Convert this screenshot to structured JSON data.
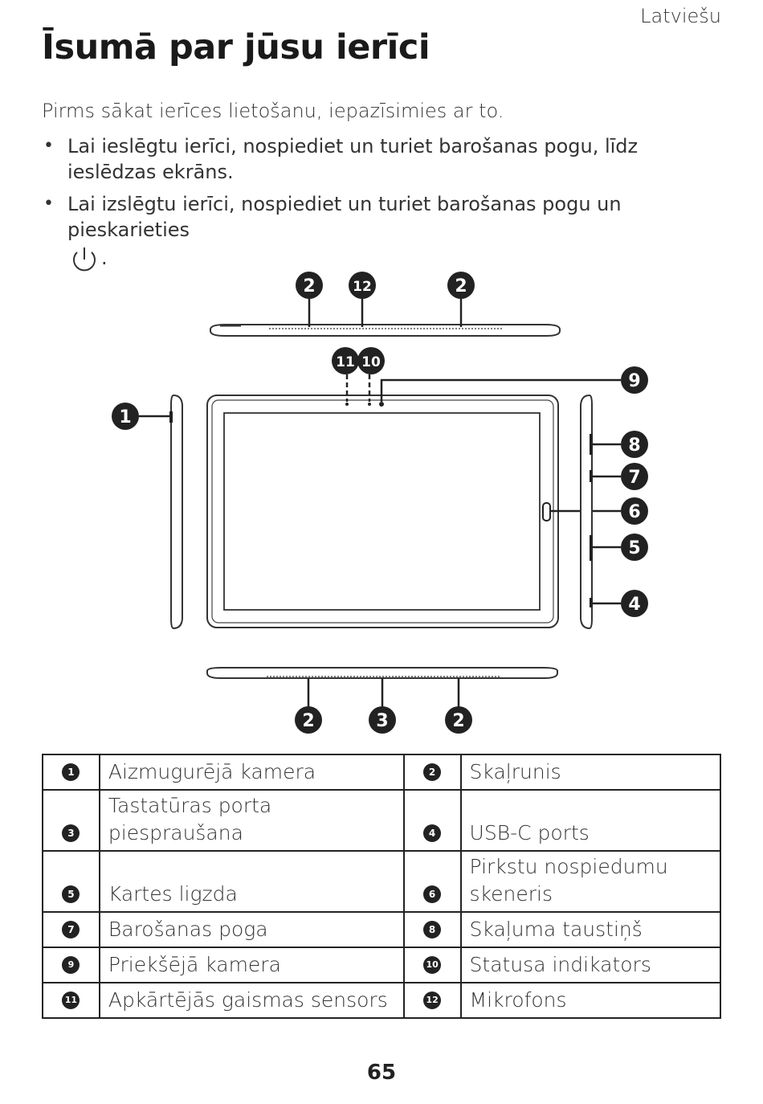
{
  "header": {
    "language": "Latviešu"
  },
  "title": "Īsumā par jūsu ierīci",
  "intro": "Pirms sākat ierīces lietošanu, iepazīsimies ar to.",
  "bullets": [
    "Lai ieslēgtu ierīci, nospiediet un turiet barošanas pogu, līdz ieslēdzas ekrāns.",
    "Lai izslēgtu ierīci, nospiediet un turiet barošanas pogu un pieskarieties"
  ],
  "bullet_suffix": ".",
  "callouts": {
    "top": [
      "2",
      "12",
      "2"
    ],
    "front": [
      "11",
      "10",
      "9"
    ],
    "left": [
      "1"
    ],
    "right": [
      "8",
      "7",
      "6",
      "5",
      "4"
    ],
    "bottom": [
      "2",
      "3",
      "2"
    ]
  },
  "parts": [
    [
      {
        "n": "1",
        "label": "Aizmugurējā kamera"
      },
      {
        "n": "2",
        "label": "Skaļrunis"
      }
    ],
    [
      {
        "n": "3",
        "label": "Tastatūras porta piespraušana"
      },
      {
        "n": "4",
        "label": "USB-C ports"
      }
    ],
    [
      {
        "n": "5",
        "label": "Kartes ligzda"
      },
      {
        "n": "6",
        "label": "Pirkstu nospiedumu skeneris"
      }
    ],
    [
      {
        "n": "7",
        "label": "Barošanas poga"
      },
      {
        "n": "8",
        "label": "Skaļuma taustiņš"
      }
    ],
    [
      {
        "n": "9",
        "label": "Priekšējā kamera"
      },
      {
        "n": "10",
        "label": "Statusa indikators"
      }
    ],
    [
      {
        "n": "11",
        "label": "Apkārtējās gaismas sensors"
      },
      {
        "n": "12",
        "label": "Mikrofons"
      }
    ]
  ],
  "page_number": "65"
}
